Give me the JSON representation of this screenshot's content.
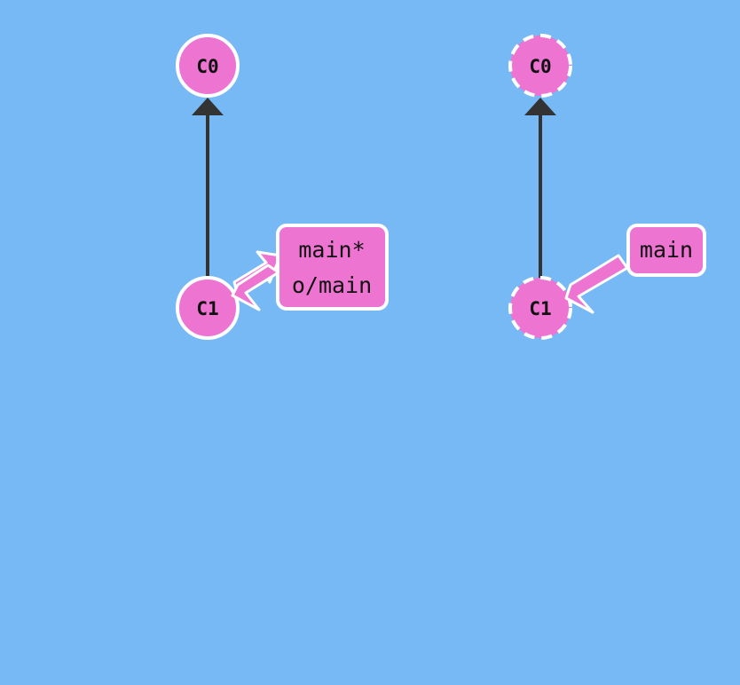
{
  "colors": {
    "background": "#77b9f4",
    "commit_fill": "#ee74d2",
    "commit_stroke": "#ffffff",
    "edge": "#333333",
    "branch_fill": "#ee74d2",
    "branch_stroke": "#ffffff"
  },
  "local_repo": {
    "commits": [
      {
        "id": "C0"
      },
      {
        "id": "C1"
      }
    ],
    "branch_label": {
      "line1": "main*",
      "line2": "o/main"
    }
  },
  "remote_repo": {
    "commits": [
      {
        "id": "C0"
      },
      {
        "id": "C1"
      }
    ],
    "branch_label": {
      "line1": "main"
    }
  }
}
